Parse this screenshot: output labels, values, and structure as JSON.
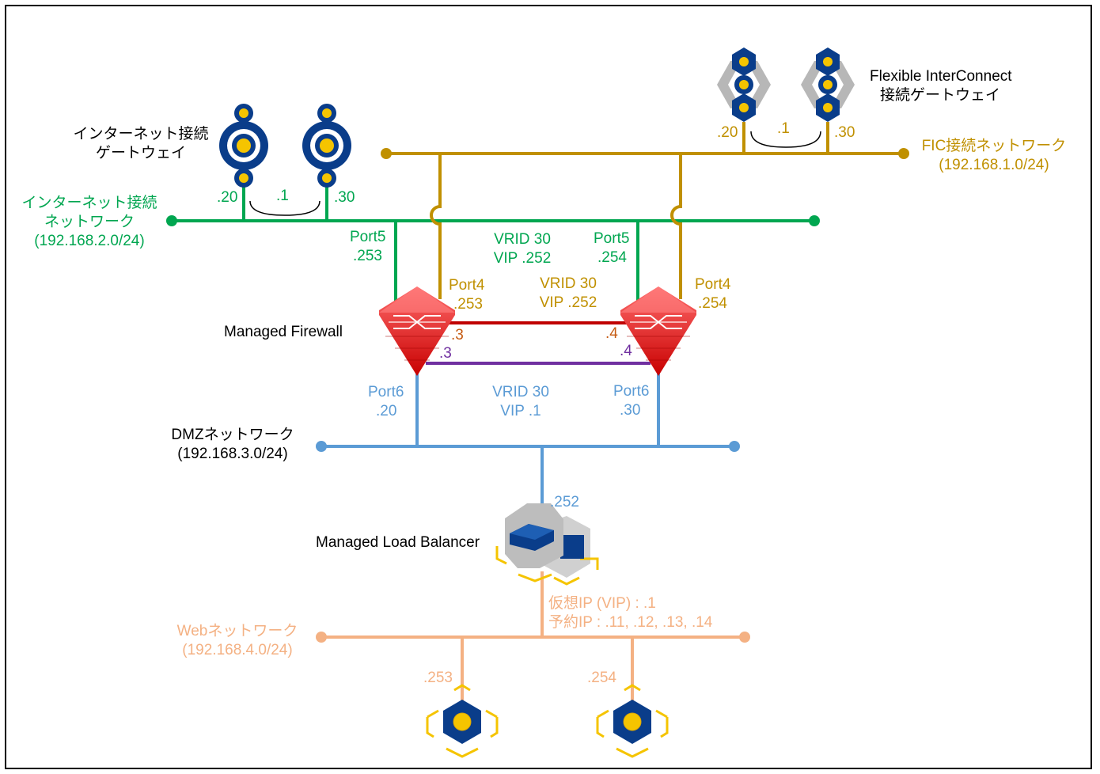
{
  "colors": {
    "green": "#00a650",
    "gold": "#c09000",
    "blue": "#5b9bd5",
    "peach": "#f4b183",
    "red": "#c00000",
    "purple": "#7030a0",
    "orange_label": "#c55a11",
    "navy": "#0a3d8a",
    "yellow": "#f5c400",
    "gray": "#b7b7b7"
  },
  "internet_gateway": {
    "label_line1": "インターネット接続",
    "label_line2": "ゲートウェイ",
    "left_ip": ".20",
    "right_ip": ".30",
    "vip": ".1"
  },
  "internet_network": {
    "label_line1": "インターネット接続",
    "label_line2": "ネットワーク",
    "cidr": "(192.168.2.0/24)"
  },
  "fic_gateway": {
    "label_line1": "Flexible InterConnect",
    "label_line2": "接続ゲートウェイ",
    "left_ip": ".20",
    "right_ip": ".30",
    "vip": ".1"
  },
  "fic_network": {
    "label_line1": "FIC接続ネットワーク",
    "cidr": "(192.168.1.0/24)"
  },
  "firewall": {
    "label": "Managed Firewall",
    "left_port5": "Port5",
    "left_port5_ip": ".253",
    "right_port5": "Port5",
    "right_port5_ip": ".254",
    "left_port4": "Port4",
    "left_port4_ip": ".253",
    "right_port4": "Port4",
    "right_port4_ip": ".254",
    "vrrp_internet_line1": "VRID 30",
    "vrrp_internet_line2": "VIP .252",
    "vrrp_fic_line1": "VRID 30",
    "vrrp_fic_line2": "VIP .252",
    "ha_red_left": ".3",
    "ha_red_right": ".4",
    "ha_purple_left": ".3",
    "ha_purple_right": ".4",
    "left_port6": "Port6",
    "left_port6_ip": ".20",
    "right_port6": "Port6",
    "right_port6_ip": ".30",
    "vrrp_dmz_line1": "VRID 30",
    "vrrp_dmz_line2": "VIP .1"
  },
  "dmz_network": {
    "label_line1": "DMZネットワーク",
    "cidr": "(192.168.3.0/24)"
  },
  "load_balancer": {
    "label": "Managed Load Balancer",
    "dmz_ip": ".252",
    "vip_line": "仮想IP (VIP) : .1",
    "reserved_line": "予約IP : .11, .12, .13, .14"
  },
  "web_network": {
    "label_line1": "Webネットワーク",
    "cidr": "(192.168.4.0/24)"
  },
  "servers": {
    "left_ip": ".253",
    "right_ip": ".254"
  }
}
